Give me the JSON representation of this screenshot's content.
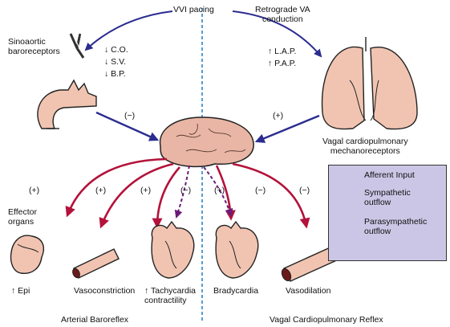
{
  "top": {
    "pacing": "VVI pacing",
    "retro": "Retrograde VA\nconduction"
  },
  "left_receptor": "Sinoaortic\nbaroreceptors",
  "left_effects": [
    "↓ C.O.",
    "↓ S.V.",
    "↓ B.P."
  ],
  "right_effects": [
    "↑ L.A.P.",
    "↑ P.A.P."
  ],
  "right_receptor": "Vagal cardiopulmonary\nmechanoreceptors",
  "signs": {
    "afferent_left": "(−)",
    "afferent_right": "(+)",
    "effector": "(+)",
    "vaso": "(+)",
    "tachy_symp": "(+)",
    "tachy_para": "(−)",
    "brady_para": "(+)",
    "brady_symp": "(−)",
    "vasodil": "(−)"
  },
  "effector_label": "Effector\norgans",
  "outcomes": {
    "epi": "↑ Epi",
    "vasoconstriction": "Vasoconstriction",
    "tachy": "↑ Tachycardia\ncontractility",
    "bradycardia": "Bradycardia",
    "vasodilation": "Vasodilation"
  },
  "reflexes": {
    "arterial": "Arterial Baroreflex",
    "vagal": "Vagal Cardiopulmonary Reflex"
  },
  "legend": {
    "afferent": "Afferent Input",
    "sympathetic": "Sympathetic\noutflow",
    "parasympathetic": "Parasympathetic\noutflow"
  },
  "colors": {
    "afferent": "#2b2c8f",
    "sympathetic": "#b3123a",
    "parasympathetic": "#6a1b7a",
    "brain": "#e9b6a5",
    "heart": "#f1c4b2",
    "divider": "#2a84c8",
    "legend_bg": "#ccc6e6"
  }
}
